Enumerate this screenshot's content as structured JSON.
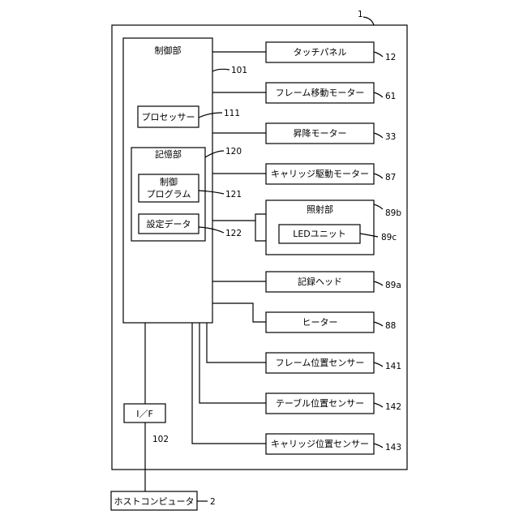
{
  "device": {
    "ref": "1",
    "control_unit": {
      "label": "制御部",
      "ref": "101"
    },
    "processor": {
      "label": "プロセッサー",
      "ref": "111"
    },
    "storage": {
      "label": "記憶部",
      "ref": "120"
    },
    "control_program": {
      "line1": "制御",
      "line2": "プログラム",
      "ref": "121"
    },
    "settings_data": {
      "label": "設定データ",
      "ref": "122"
    },
    "interface": {
      "label": "I／F",
      "ref": "102"
    },
    "components": {
      "touch_panel": {
        "label": "タッチパネル",
        "ref": "12"
      },
      "frame_motor": {
        "label": "フレーム移動モーター",
        "ref": "61"
      },
      "lift_motor": {
        "label": "昇降モーター",
        "ref": "33"
      },
      "carriage_motor": {
        "label": "キャリッジ駆動モーター",
        "ref": "87"
      },
      "irradiation_unit": {
        "label": "照射部",
        "ref": "89b"
      },
      "led_unit": {
        "label": "LEDユニット",
        "ref": "89c"
      },
      "recording_head": {
        "label": "記録ヘッド",
        "ref": "89a"
      },
      "heater": {
        "label": "ヒーター",
        "ref": "88"
      },
      "frame_sensor": {
        "label": "フレーム位置センサー",
        "ref": "141"
      },
      "table_sensor": {
        "label": "テーブル位置センサー",
        "ref": "142"
      },
      "carriage_sensor": {
        "label": "キャリッジ位置センサー",
        "ref": "143"
      }
    }
  },
  "host_computer": {
    "label": "ホストコンピュータ",
    "ref": "2"
  }
}
